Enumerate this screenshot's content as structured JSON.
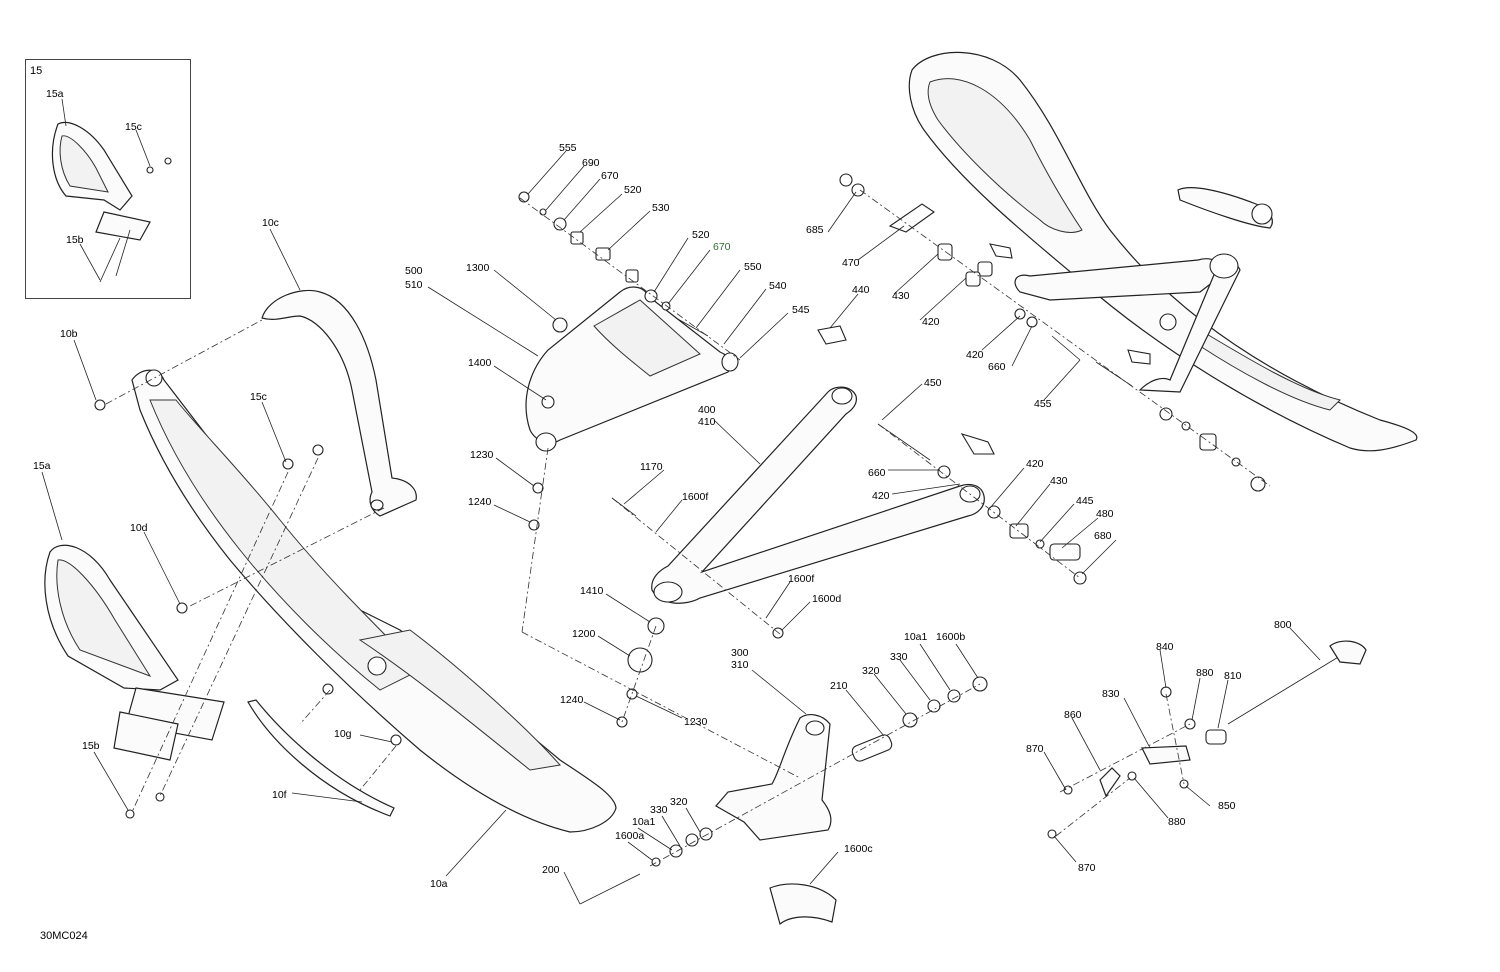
{
  "figure": {
    "code": "30MC024",
    "inset_title": "15"
  },
  "callouts": [
    {
      "id": "c1",
      "text": "15a"
    },
    {
      "id": "c2",
      "text": "15c"
    },
    {
      "id": "c3",
      "text": "15b"
    },
    {
      "id": "c4",
      "text": "10c"
    },
    {
      "id": "c5",
      "text": "10b"
    },
    {
      "id": "c6",
      "text": "15c"
    },
    {
      "id": "c7",
      "text": "15a"
    },
    {
      "id": "c8",
      "text": "10d"
    },
    {
      "id": "c9",
      "text": "15b"
    },
    {
      "id": "c10",
      "text": "10g"
    },
    {
      "id": "c11",
      "text": "10f"
    },
    {
      "id": "c12",
      "text": "10a"
    },
    {
      "id": "c13",
      "text": "555"
    },
    {
      "id": "c14",
      "text": "690"
    },
    {
      "id": "c15",
      "text": "670"
    },
    {
      "id": "c16",
      "text": "520"
    },
    {
      "id": "c17",
      "text": "530"
    },
    {
      "id": "c18",
      "text": "520"
    },
    {
      "id": "c19",
      "text": "670"
    },
    {
      "id": "c20",
      "text": "550"
    },
    {
      "id": "c21",
      "text": "540"
    },
    {
      "id": "c22",
      "text": "545"
    },
    {
      "id": "c23",
      "text": "500"
    },
    {
      "id": "c24",
      "text": "510"
    },
    {
      "id": "c25",
      "text": "1300"
    },
    {
      "id": "c26",
      "text": "1400"
    },
    {
      "id": "c27",
      "text": "1230"
    },
    {
      "id": "c28",
      "text": "1240"
    },
    {
      "id": "c29",
      "text": "1170"
    },
    {
      "id": "c30",
      "text": "1600f"
    },
    {
      "id": "c31",
      "text": "400"
    },
    {
      "id": "c32",
      "text": "410"
    },
    {
      "id": "c33",
      "text": "1410"
    },
    {
      "id": "c34",
      "text": "1200"
    },
    {
      "id": "c35",
      "text": "1600f"
    },
    {
      "id": "c36",
      "text": "1600d"
    },
    {
      "id": "c37",
      "text": "1240"
    },
    {
      "id": "c38",
      "text": "1230"
    },
    {
      "id": "c39",
      "text": "300"
    },
    {
      "id": "c40",
      "text": "310"
    },
    {
      "id": "c41",
      "text": "210"
    },
    {
      "id": "c42",
      "text": "320"
    },
    {
      "id": "c43",
      "text": "330"
    },
    {
      "id": "c44",
      "text": "10a1"
    },
    {
      "id": "c45",
      "text": "1600b"
    },
    {
      "id": "c46",
      "text": "330"
    },
    {
      "id": "c47",
      "text": "320"
    },
    {
      "id": "c48",
      "text": "10a1"
    },
    {
      "id": "c49",
      "text": "1600a"
    },
    {
      "id": "c50",
      "text": "200"
    },
    {
      "id": "c51",
      "text": "1600c"
    },
    {
      "id": "c52",
      "text": "685"
    },
    {
      "id": "c53",
      "text": "470"
    },
    {
      "id": "c54",
      "text": "440"
    },
    {
      "id": "c55",
      "text": "430"
    },
    {
      "id": "c56",
      "text": "420"
    },
    {
      "id": "c57",
      "text": "420"
    },
    {
      "id": "c58",
      "text": "660"
    },
    {
      "id": "c59",
      "text": "455"
    },
    {
      "id": "c60",
      "text": "450"
    },
    {
      "id": "c61",
      "text": "660"
    },
    {
      "id": "c62",
      "text": "420"
    },
    {
      "id": "c63",
      "text": "420"
    },
    {
      "id": "c64",
      "text": "430"
    },
    {
      "id": "c65",
      "text": "445"
    },
    {
      "id": "c66",
      "text": "480"
    },
    {
      "id": "c67",
      "text": "680"
    },
    {
      "id": "c68",
      "text": "800"
    },
    {
      "id": "c69",
      "text": "840"
    },
    {
      "id": "c70",
      "text": "880"
    },
    {
      "id": "c71",
      "text": "810"
    },
    {
      "id": "c72",
      "text": "830"
    },
    {
      "id": "c73",
      "text": "860"
    },
    {
      "id": "c74",
      "text": "870"
    },
    {
      "id": "c75",
      "text": "880"
    },
    {
      "id": "c76",
      "text": "850"
    },
    {
      "id": "c77",
      "text": "870"
    }
  ]
}
